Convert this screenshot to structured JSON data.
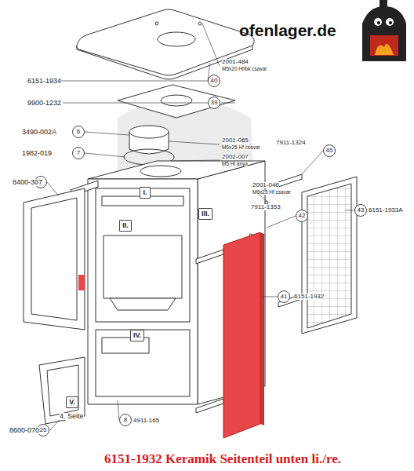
{
  "diagram": {
    "caption": "6151-1932 Keramik Seitenteil unten li./re.",
    "nodes": [
      {
        "text": [
          "40"
        ]
      },
      {
        "text": [
          "39"
        ]
      },
      {
        "text": [
          "6"
        ]
      },
      {
        "text": [
          "7"
        ]
      },
      {
        "text": [
          "1"
        ]
      },
      {
        "text": [
          "45"
        ]
      },
      {
        "text": [
          "I."
        ]
      },
      {
        "text": [
          "42"
        ]
      },
      {
        "text": [
          "43"
        ]
      },
      {
        "text": [
          "III."
        ]
      },
      {
        "text": [
          "II."
        ]
      },
      {
        "text": [
          "41"
        ]
      },
      {
        "text": [
          "IV."
        ]
      },
      {
        "text": [
          "8"
        ]
      },
      {
        "text": [
          "V."
        ]
      },
      {
        "text": [
          "25"
        ]
      }
    ],
    "labels": [
      "ofenlager.de",
      "6151-1934",
      "2001-484",
      "M5x20 Hf/bk csavar",
      "9900-1232",
      "3490-002A",
      "2001-065",
      "M6x25 Hf csavar",
      "1982-019",
      "2002-007",
      "M5 Hl anya",
      "8400-307",
      "7911-1324",
      "2001-046",
      "M6x25 Hf csavar",
      "7911-1353",
      "6151-1933A",
      "6151-1932",
      "4911-165",
      "8600-070",
      "4. Seite"
    ]
  }
}
